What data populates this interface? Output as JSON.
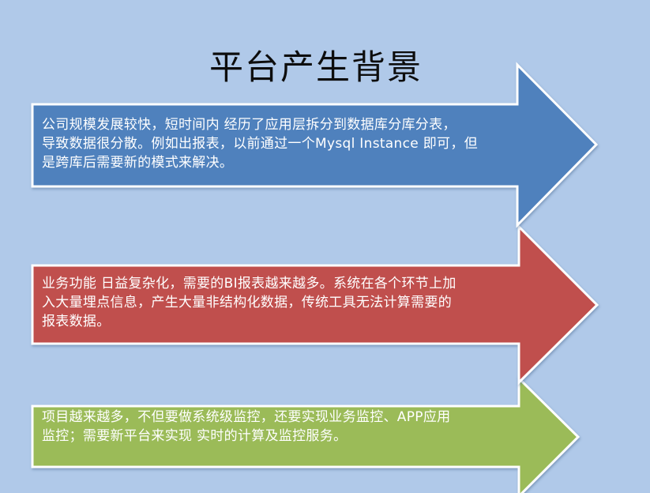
{
  "slide": {
    "title": "平台产生背景",
    "background_color": "#b0c9e9",
    "arrows": [
      {
        "color": "#4f81bd",
        "lines": [
          "公司规模发展较快，短时间内 经历了应用层拆分到数据库分库分表，",
          "导致数据很分散。例如出报表，以前通过一个Mysql Instance 即可，但",
          "是跨库后需要新的模式来解决。"
        ]
      },
      {
        "color": "#c0504d",
        "lines": [
          "业务功能 日益复杂化，需要的BI报表越来越多。系统在各个环节上加",
          "入大量埋点信息，产生大量非结构化数据，传统工具无法计算需要的",
          "报表数据。"
        ]
      },
      {
        "color": "#9bbb59",
        "lines": [
          "项目越来越多，不但要做系统级监控，还要实现业务监控、APP应用",
          "监控；需要新平台来实现 实时的计算及监控服务。"
        ]
      }
    ]
  }
}
